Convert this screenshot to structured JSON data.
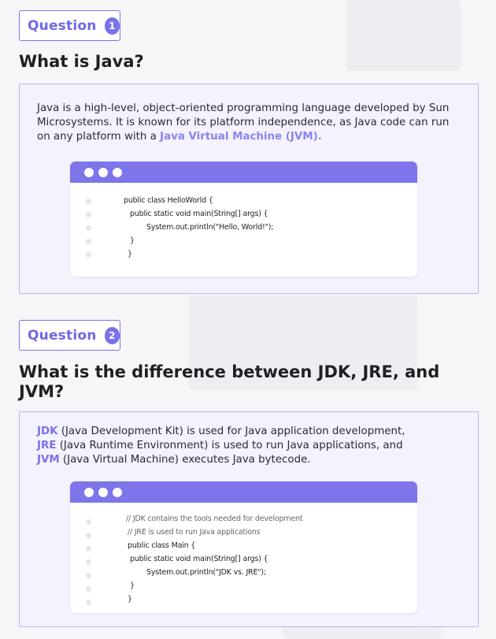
{
  "q1": {
    "badge_label": "Question",
    "badge_number": "1",
    "title": "What is Java?",
    "text_before": "Java is a high-level, object-oriented programming language developed by Sun Microsystems. It is known for its platform independence, as Java code can run on any platform with a ",
    "text_highlight": "Java Virtual Machine (JVM).",
    "code_lines": [
      "public class HelloWorld {",
      "public static void main(String[] args) {",
      "System.out.println(\"Hello, World!\");",
      "}",
      "}"
    ]
  },
  "q2": {
    "badge_label": "Question",
    "badge_number": "2",
    "title": "What is the difference between JDK, JRE, and JVM?",
    "jdk_term": "JDK",
    "jdk_text": " (Java Development Kit) is used for Java application development,",
    "jre_term": "JRE",
    "jre_text": " (Java Runtime Environment) is used to run Java applications, and",
    "jvm_term": "JVM",
    "jvm_text": " (Java Virtual Machine) executes Java bytecode.",
    "code_lines": [
      "// JDK contains the tools needed for development",
      "// JRE is used to run Java applications",
      "public class Main {",
      "public static void main(String[] args) {",
      "System.out.println(\"JDK vs. JRE\");",
      "}",
      "}"
    ]
  }
}
